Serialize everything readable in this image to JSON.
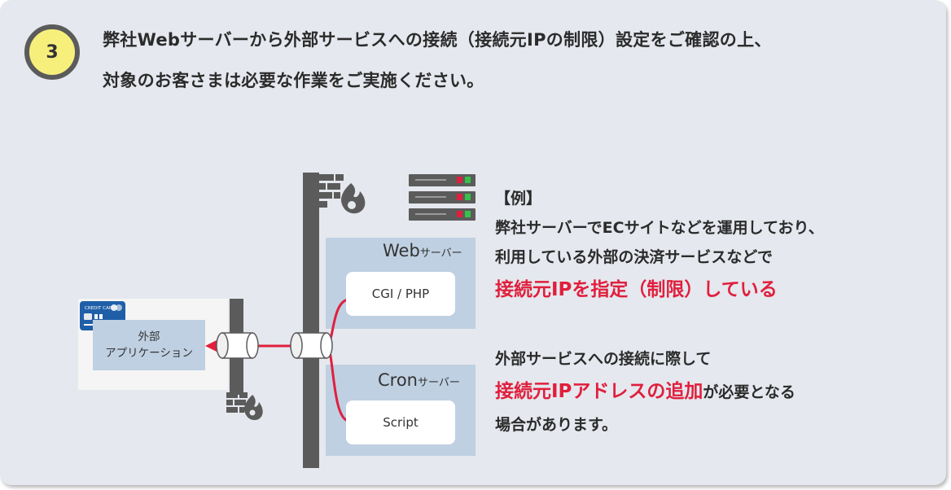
{
  "step": {
    "number": "3"
  },
  "heading": {
    "line1": "弊社Webサーバーから外部サービスへの接続（接続元IPの制限）設定をご確認の上、",
    "line2": "対象のお客さまは必要な作業をご実施ください。"
  },
  "diagram": {
    "credit_card_label": "CREDIT CARD",
    "external_app": {
      "line1": "外部",
      "line2": "アプリケーション"
    },
    "web_server": {
      "name": "Web",
      "suffix": "サーバー",
      "program": "CGI / PHP"
    },
    "cron_server": {
      "name": "Cron",
      "suffix": "サーバー",
      "program": "Script"
    }
  },
  "explanation": {
    "example_label": "【例】",
    "line1": "弊社サーバーでECサイトなどを運用しており、",
    "line2": "利用している外部の決済サービスなどで",
    "emphasis1": "接続元IPを指定（制限）している",
    "line3": "外部サービスへの接続に際して",
    "emphasis2": "接続元IPアドレスの追加",
    "line4_suffix": "が必要となる",
    "line5": "場合があります。"
  },
  "colors": {
    "background": "#e5e8ee",
    "badge_fill": "#f7ef7c",
    "accent_red": "#e01f3d",
    "server_panel": "#bfd0e2",
    "wall": "#5b5b5b",
    "card_blue": "#1f5fa8"
  }
}
